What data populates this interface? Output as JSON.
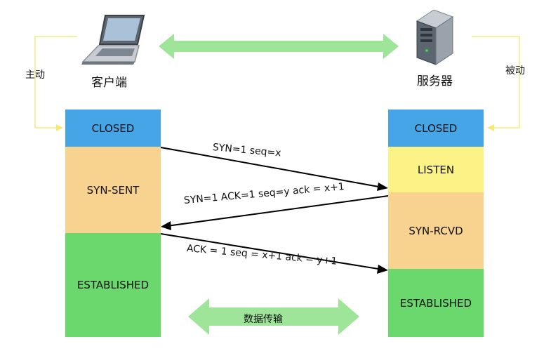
{
  "nodes": {
    "client": "客户端",
    "server": "服务器"
  },
  "side_labels": {
    "active": "主动",
    "passive": "被动"
  },
  "client_states": {
    "closed": "CLOSED",
    "syn_sent": "SYN-SENT",
    "established": "ESTABLISHED"
  },
  "server_states": {
    "closed": "CLOSED",
    "listen": "LISTEN",
    "syn_rcvd": "SYN-RCVD",
    "established": "ESTABLISHED"
  },
  "messages": {
    "syn": "SYN=1  seq=x",
    "syn_ack": "SYN=1 ACK=1 seq=y ack = x+1",
    "ack": "ACK = 1 seq = x+1 ack = y+1"
  },
  "data_transfer": "数据传输",
  "colors": {
    "closed": "#45a5e6",
    "syn_sent": "#f7d38f",
    "established": "#6ad86c",
    "listen": "#fbf386",
    "syn_rcvd": "#f7d38f",
    "double_arrow": "#9ee59a",
    "yellow_connector": "#f3ea7a"
  },
  "icons": {
    "client": "laptop-icon",
    "server": "server-tower-icon"
  }
}
